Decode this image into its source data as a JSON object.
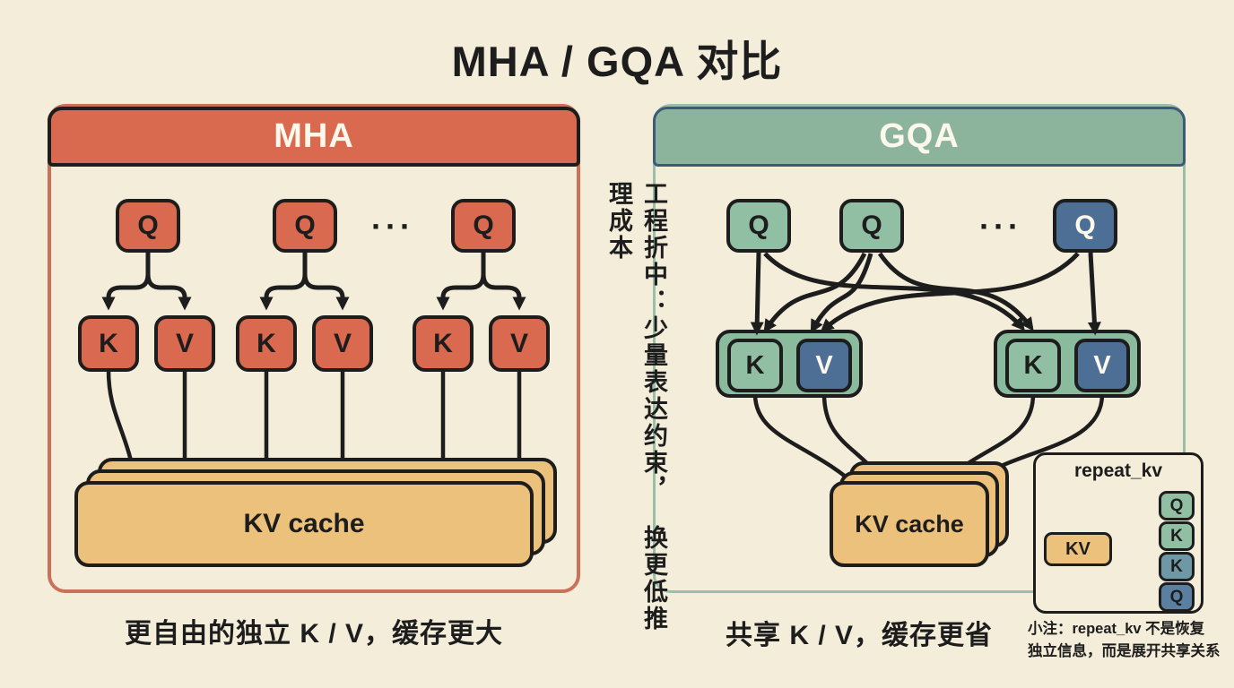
{
  "title": "MHA / GQA 对比",
  "mha": {
    "header": "MHA",
    "q_labels": [
      "Q",
      "Q",
      "Q"
    ],
    "dots": "···",
    "kv_labels": [
      "K",
      "V",
      "K",
      "V",
      "K",
      "V"
    ],
    "cache_label": "KV cache",
    "caption": "更自由的独立 K / V，缓存更大"
  },
  "divider": {
    "line1": "工程折中：少量表达约束，",
    "line2": "换更低推理成本"
  },
  "gqa": {
    "header": "GQA",
    "q_labels": [
      "Q",
      "Q",
      "Q"
    ],
    "dots": "···",
    "group_labels": {
      "k1": "K",
      "v1": "V",
      "k2": "K",
      "v2": "V"
    },
    "cache_label": "KV cache",
    "caption": "共享 K / V，缓存更省"
  },
  "inset": {
    "title": "repeat_kv",
    "kv_label": "KV",
    "outputs": [
      "Q",
      "K",
      "K",
      "Q"
    ],
    "note_line1": "小注：repeat_kv 不是恢复",
    "note_line2": "独立信息，而是展开共享关系"
  },
  "colors": {
    "background": "#f3edda",
    "mha_accent": "#d9694f",
    "gqa_green": "#8cb49c",
    "slate_blue": "#4d6f96",
    "cache_tan": "#ecc17b",
    "ink": "#1d1d1d"
  }
}
